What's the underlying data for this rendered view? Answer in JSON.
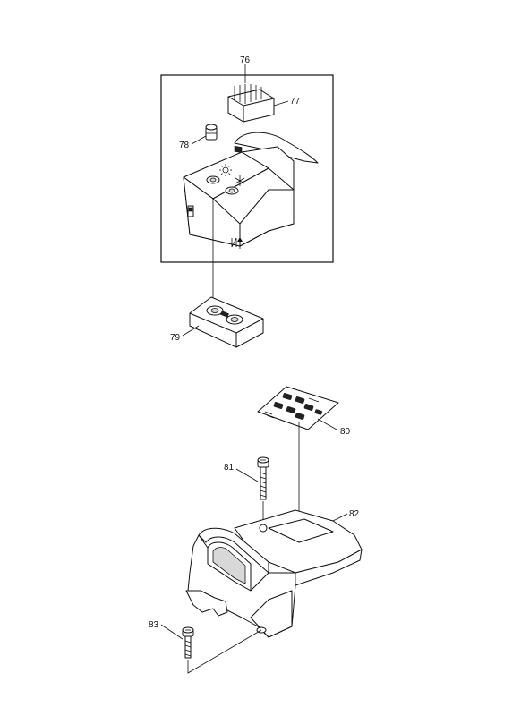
{
  "labels": {
    "p76": "76",
    "p77": "77",
    "p78": "78",
    "p79": "79",
    "p80": "80",
    "p81": "81",
    "p82": "82",
    "p83": "83"
  },
  "icons": [
    "sun-icon",
    "snowflake-icon",
    "fan-icon",
    "arrow-up-icon"
  ]
}
